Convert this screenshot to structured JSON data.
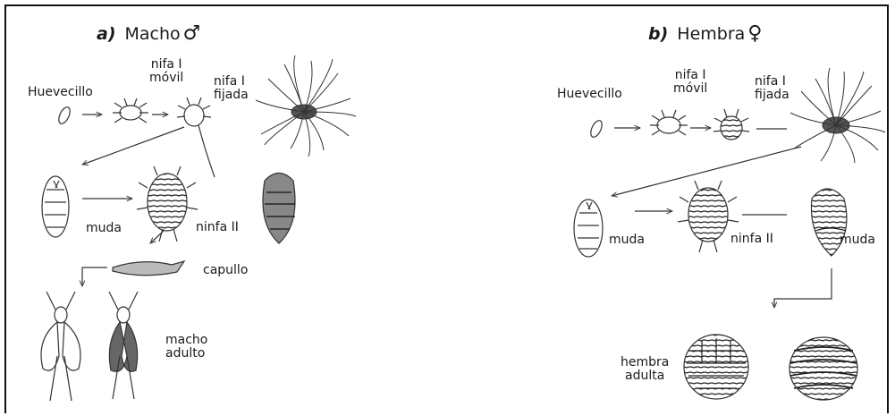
{
  "panel_a": {
    "tag": "a)",
    "title": "Macho",
    "symbol": "♂",
    "labels": {
      "egg": "Huevecillo",
      "nymph1_mobile": "nifa I\nmóvil",
      "nymph1_fixed": "nifa I\nfijada",
      "molt": "muda",
      "nymph2": "ninfa II",
      "cocoon": "capullo",
      "adult": "macho\nadulto"
    }
  },
  "panel_b": {
    "tag": "b)",
    "title": "Hembra",
    "symbol": "♀",
    "labels": {
      "egg": "Huevecillo",
      "nymph1_mobile": "nifa I\nmóvil",
      "nymph1_fixed": "nifa I\nfijada",
      "molt": "muda",
      "nymph2": "ninfa II",
      "molt2": "muda",
      "adult": "hembra\nadulta"
    }
  }
}
